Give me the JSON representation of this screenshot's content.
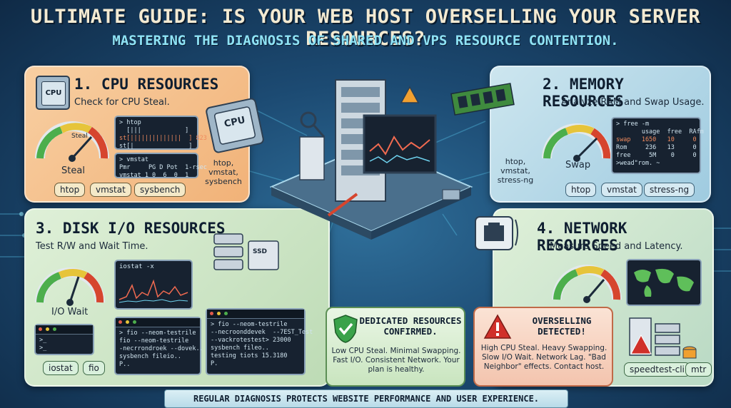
{
  "header": {
    "title": "ULTIMATE GUIDE: IS YOUR WEB HOST OVERSELLING YOUR SERVER RESOURCES?",
    "subtitle": "MASTERING THE DIAGNOSIS OF SHARED AND VPS RESOURCE CONTENTION."
  },
  "cpu": {
    "title": "1. CPU RESOURCES",
    "desc": "Check for CPU Steal.",
    "chip_icon": "CPU",
    "chip_center": "CPU",
    "gauge_inner": "Steal",
    "gauge_label": "Steal",
    "term1": [
      "> htop",
      "  [|||            ]",
      "st[||||||||||||||  ] 823",
      "st[|               ]"
    ],
    "term2": [
      "> vmstat",
      "Pmr     PG D Pot  1-rsec",
      "vmstat 1 0  6  0  1"
    ],
    "tools_side": [
      "htop,",
      "vmstat,",
      "sysbench"
    ],
    "chips": [
      "htop",
      "vmstat",
      "sysbench"
    ]
  },
  "memory": {
    "title": "2. MEMORY RESOURCES",
    "desc": "Analyze RAM and Swap Usage.",
    "gauge_label": "Swap",
    "term": [
      "> free -m",
      "       usage  free  RAfm",
      "swap   1650   10     0",
      "Rom     236   13     0",
      "free     5M    0     0",
      "",
      ">wead\"rom. ~"
    ],
    "tools_side": [
      "htop,",
      "vmstat,",
      "stress-ng"
    ],
    "chips": [
      "htop",
      "vmstat",
      "stress-ng"
    ]
  },
  "disk": {
    "title": "3. DISK I/O RESOURCES",
    "desc": "Test R/W and Wait Time.",
    "gauge_label": "I/O Wait",
    "drive_label": "SSD",
    "graph_title": "iostat -x",
    "term1": [
      ">_",
      ">_"
    ],
    "term2": [
      "> fio --neom-testrile",
      "fio --neom-testrile",
      "-necrrondroek --dovek..",
      "",
      "sysbench fileio..",
      "P.."
    ],
    "term3": [
      "> fio --neom-testrile",
      "--necroonddevek  --7EST_Test",
      "--vackrotestest> 23000",
      "",
      "sysbench fileo..",
      "testing tiots 15.3180",
      "P."
    ],
    "chips": [
      "iostat",
      "fio"
    ]
  },
  "network": {
    "title": "4. NETWORK RESOURCES",
    "desc": "Measure Speed and Latency.",
    "chips": [
      "speedtest-cli",
      "mtr"
    ]
  },
  "status": {
    "dedicated_title": "DEDICATED RESOURCES CONFIRMED.",
    "dedicated_text": "Low CPU Steal. Minimal Swapping. Fast I/O. Consistent Network. Your plan is healthy.",
    "overselling_title": "OVERSELLING DETECTED!",
    "overselling_text": "High CPU Steal. Heavy Swapping. Slow I/O Wait. Network Lag. \"Bad Neighbor\" effects. Contact host."
  },
  "footer": {
    "text": "REGULAR DIAGNOSIS PROTECTS WEBSITE PERFORMANCE AND USER EXPERIENCE."
  },
  "colors": {
    "cpu_panel": "#f1b278",
    "memory_panel": "#9fcbe0",
    "disk_panel": "#bddbb5",
    "network_panel": "#b9d9c4",
    "good": "#3aa24a",
    "bad": "#d0302a"
  }
}
